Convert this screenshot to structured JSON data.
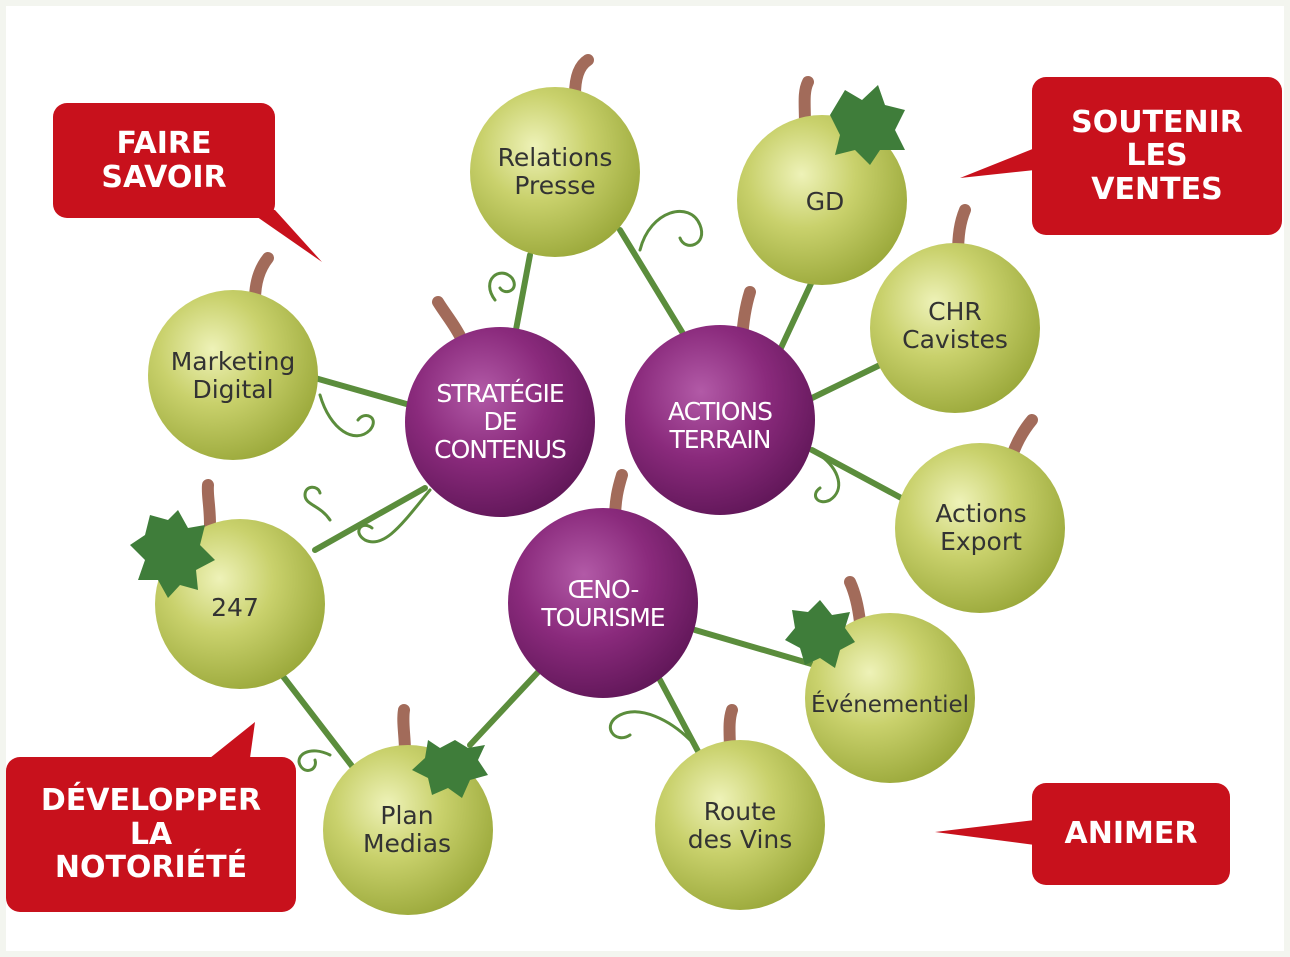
{
  "colors": {
    "green_fill": "#b5c151",
    "green_light": "#e3e9a0",
    "purple_fill": "#7c2270",
    "purple_light": "#b15aa6",
    "stem": "#a26b5a",
    "vine": "#5b8d3c",
    "leaf": "#3f7d3a",
    "callout": "#c8111c"
  },
  "hubs": {
    "strategie": {
      "label": "STRATÉGIE\nDE\nCONTENUS"
    },
    "actions": {
      "label": "ACTIONS\nTERRAIN"
    },
    "oeno": {
      "label": "ŒNO-\nTOURISME"
    }
  },
  "nodes": {
    "relations": {
      "label": "Relations\nPresse"
    },
    "gd": {
      "label": "GD"
    },
    "chr": {
      "label": "CHR\nCavistes"
    },
    "marketing": {
      "label": "Marketing\nDigital"
    },
    "export": {
      "label": "Actions\nExport"
    },
    "n247": {
      "label": "247"
    },
    "evenementiel": {
      "label": "Événementiel"
    },
    "plan": {
      "label": "Plan\nMedias"
    },
    "route": {
      "label": "Route\ndes Vins"
    }
  },
  "callouts": {
    "faire": {
      "label": "FAIRE\nSAVOIR"
    },
    "soutenir": {
      "label": "SOUTENIR\nLES\nVENTES"
    },
    "developper": {
      "label": "DÉVELOPPER\nLA\nNOTORIÉTÉ"
    },
    "animer": {
      "label": "ANIMER"
    }
  }
}
